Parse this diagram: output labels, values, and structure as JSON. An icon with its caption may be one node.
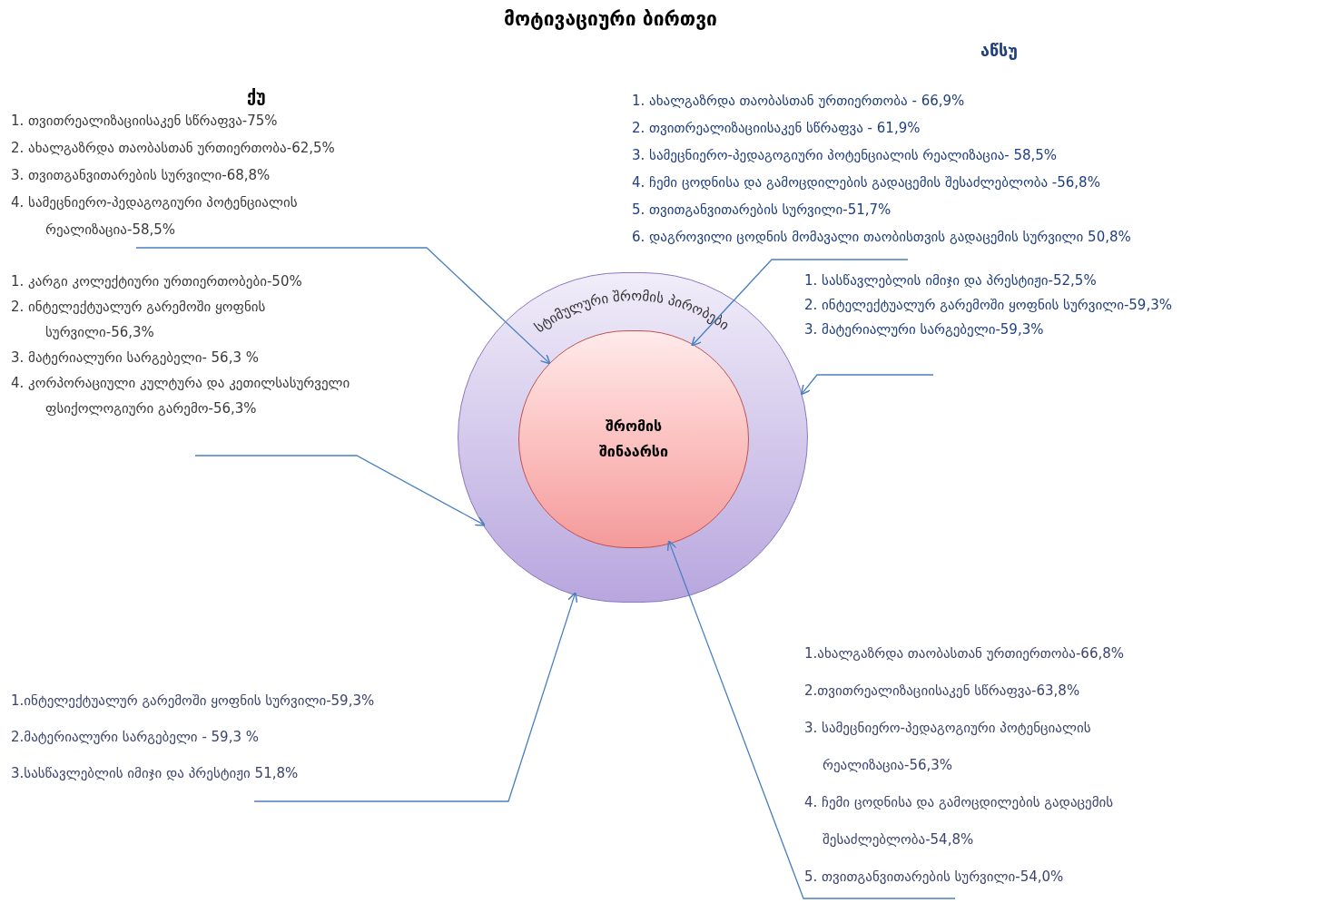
{
  "diagram": {
    "title": "მოტივაციური ბირთვი",
    "nodes": [
      {
        "text": [
          "სტიმულური შრომის პირობები"
        ]
      },
      {
        "text": [
          "შრომის შინაარსი"
        ],
        "in": 0
      },
      {
        "text": [
          "1. თვითრეალიზაციისაკენ სწრაფვა-75%",
          "2. ახალგაზრდა თაობასთან ურთიერთობა-62,5%",
          "3. თვითგანვითარების სურვილი-68,8%",
          "4. სამეცნიერო-პედაგოგიური პოტენციალის რეალიზაცია-58,5%"
        ]
      },
      {
        "text": [
          "1. კარგი კოლექტიური ურთიერთობები-50%",
          "2. ინტელექტუალურ გარემოში ყოფნის სურვილი-56,3%",
          "3. მატერიალური სარგებელი- 56,3 %",
          "4. კორპორაციული კულტურა და კეთილსასურველი ფსიქოლოგიური გარემო-56,3%"
        ]
      },
      {
        "text": [
          "1. ახალგაზრდა თაობასთან ურთიერთობა - 66,9%",
          "2. თვითრეალიზაციისაკენ სწრაფვა - 61,9%",
          "3. სამეცნიერო-პედაგოგიური პოტენციალის რეალიზაცია- 58,5%",
          "4. ჩემი ცოდნისა და გამოცდილების გადაცემის შესაძლებლობა -56,8%",
          "5. თვითგანვითარების სურვილი-51,7%",
          "6. დაგროვილი ცოდნის მომავალი თაობისთვის გადაცემის სურვილი 50,8%"
        ]
      },
      {
        "text": [
          "1. სასწავლებლის იმიჯი და პრესტიჟი-52,5%",
          "2. ინტელექტუალურ გარემოში ყოფნის სურვილი-59,3%",
          "3. მატერიალური სარგებელი-59,3%"
        ]
      },
      {
        "text": [
          "1.ინტელექტუალურ გარემოში ყოფნის სურვილი-59,3%",
          "2.მატერიალური სარგებელი - 59,3 %",
          "3.სასწავლებლის იმიჯი და პრესტიჟი 51,8%"
        ]
      },
      {
        "text": [
          "1.ახალგაზრდა თაობასთან ურთიერთობა-66,8%",
          "2.თვითრეალიზაციისაკენ სწრაფვა-63,8%",
          "3. სამეცნიერო-პედაგოგიური პოტენციალის რეალიზაცია-56,3%",
          "4. ჩემი ცოდნისა და გამოცდილების გადაცემის შესაძლებლობა-54,8%",
          "5. თვითგანვითარების სურვილი-54,0%"
        ]
      }
    ],
    "edges": [
      {
        "from": 2,
        "to": 1,
        "arrow": "to"
      },
      {
        "from": 3,
        "to": 0,
        "arrow": "to"
      },
      {
        "from": 4,
        "to": 1,
        "arrow": "to"
      },
      {
        "from": 5,
        "to": 0,
        "arrow": "to"
      },
      {
        "from": 6,
        "to": 0,
        "arrow": "to"
      },
      {
        "from": 7,
        "to": 1,
        "arrow": "to"
      }
    ],
    "labels": [
      "ქუ",
      "აწსუ"
    ]
  }
}
